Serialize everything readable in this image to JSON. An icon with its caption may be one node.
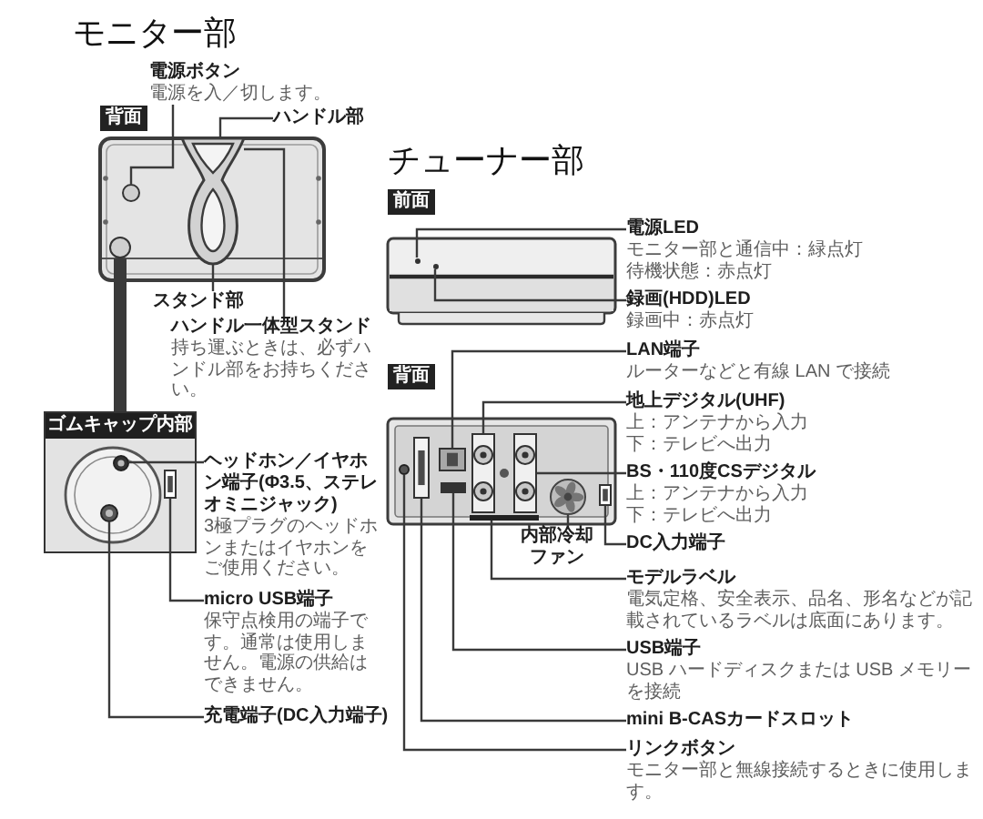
{
  "diagram": {
    "nodes": [
      {
        "text": [
          "電源ボタン",
          "電源を入／切します。"
        ]
      },
      {
        "text": [
          "ハンドル部"
        ]
      },
      {
        "text": [
          "スタンド部"
        ]
      },
      {
        "text": [
          "ハンドル一体型スタンド",
          "持ち運ぶときは、必ずハンドル部をお持ちください。"
        ]
      },
      {
        "text": [
          "ゴムキャップ内部"
        ]
      },
      {
        "text": [
          "ヘッドホン／イヤホン端子(Φ3.5、ステレオミニジャック)",
          "3極プラグのヘッドホンまたはイヤホンをご使用ください。"
        ]
      },
      {
        "text": [
          "micro USB端子",
          "保守点検用の端子です。通常は使用しません。電源の供給はできません。"
        ]
      },
      {
        "text": [
          "充電端子(DC入力端子)"
        ]
      },
      {
        "text": [
          "電源LED",
          "モニター部と通信中：緑点灯",
          "待機状態：赤点灯"
        ]
      },
      {
        "text": [
          "録画(HDD)LED",
          "録画中：赤点灯"
        ]
      },
      {
        "text": [
          "LAN端子",
          "ルーターなどと有線 LAN で接続"
        ]
      },
      {
        "text": [
          "地上デジタル(UHF)",
          "上：アンテナから入力",
          "下：テレビへ出力"
        ]
      },
      {
        "text": [
          "BS・110度CSデジタル",
          "上：アンテナから入力",
          "下：テレビへ出力"
        ]
      },
      {
        "text": [
          "内部冷却ファン"
        ]
      },
      {
        "text": [
          "DC入力端子"
        ]
      },
      {
        "text": [
          "モデルラベル",
          "電気定格、安全表示、品名、形名などが記載されているラベルは底面にあります。"
        ]
      },
      {
        "text": [
          "USB端子",
          "USB ハードディスクまたは USB メモリーを接続"
        ]
      },
      {
        "text": [
          "mini B-CASカードスロット"
        ]
      },
      {
        "text": [
          "リンクボタン",
          "モニター部と無線接続するときに使用します。"
        ]
      },
      {
        "text": [],
        "shape": "circle"
      },
      {
        "text": [],
        "shape": "picture"
      },
      {
        "text": [],
        "shape": "circle"
      },
      {
        "text": [],
        "shape": "circle",
        "in": 4
      },
      {
        "text": [],
        "shape": "box",
        "in": 4
      },
      {
        "text": [],
        "shape": "circle",
        "in": 4
      },
      {
        "text": [],
        "shape": "circle"
      },
      {
        "text": [],
        "shape": "circle"
      },
      {
        "text": [],
        "shape": "box"
      },
      {
        "text": [],
        "shape": "box"
      },
      {
        "text": [],
        "shape": "box"
      },
      {
        "text": [],
        "shape": "circle"
      },
      {
        "text": [],
        "shape": "box"
      },
      {
        "text": [],
        "shape": "bar"
      },
      {
        "text": [],
        "shape": "box"
      },
      {
        "text": [],
        "shape": "box"
      },
      {
        "text": [],
        "shape": "circle"
      }
    ],
    "edges": [
      {
        "from": 0,
        "to": 19,
        "arrow": "none"
      },
      {
        "from": 1,
        "to": 20,
        "arrow": "none"
      },
      {
        "from": 2,
        "to": 20,
        "arrow": "none"
      },
      {
        "from": 3,
        "to": 20,
        "arrow": "none"
      },
      {
        "from": 21,
        "to": 4,
        "arrow": "none",
        "style": "thick"
      },
      {
        "from": 5,
        "to": 22,
        "arrow": "none"
      },
      {
        "from": 6,
        "to": 23,
        "arrow": "none"
      },
      {
        "from": 7,
        "to": 24,
        "arrow": "none"
      },
      {
        "from": 8,
        "to": 25,
        "arrow": "none"
      },
      {
        "from": 9,
        "to": 26,
        "arrow": "none"
      },
      {
        "from": 10,
        "to": 27,
        "arrow": "none"
      },
      {
        "from": 11,
        "to": 28,
        "arrow": "none"
      },
      {
        "from": 12,
        "to": 29,
        "arrow": "none"
      },
      {
        "from": 13,
        "to": 30,
        "arrow": "none"
      },
      {
        "from": 14,
        "to": 31,
        "arrow": "none"
      },
      {
        "from": 15,
        "to": 32,
        "arrow": "none"
      },
      {
        "from": 16,
        "to": 33,
        "arrow": "none"
      },
      {
        "from": 17,
        "to": 34,
        "arrow": "none"
      },
      {
        "from": 18,
        "to": 35,
        "arrow": "none"
      }
    ],
    "labels": [
      "モニター部",
      "背面",
      "チューナー部",
      "前面",
      "背面"
    ]
  }
}
